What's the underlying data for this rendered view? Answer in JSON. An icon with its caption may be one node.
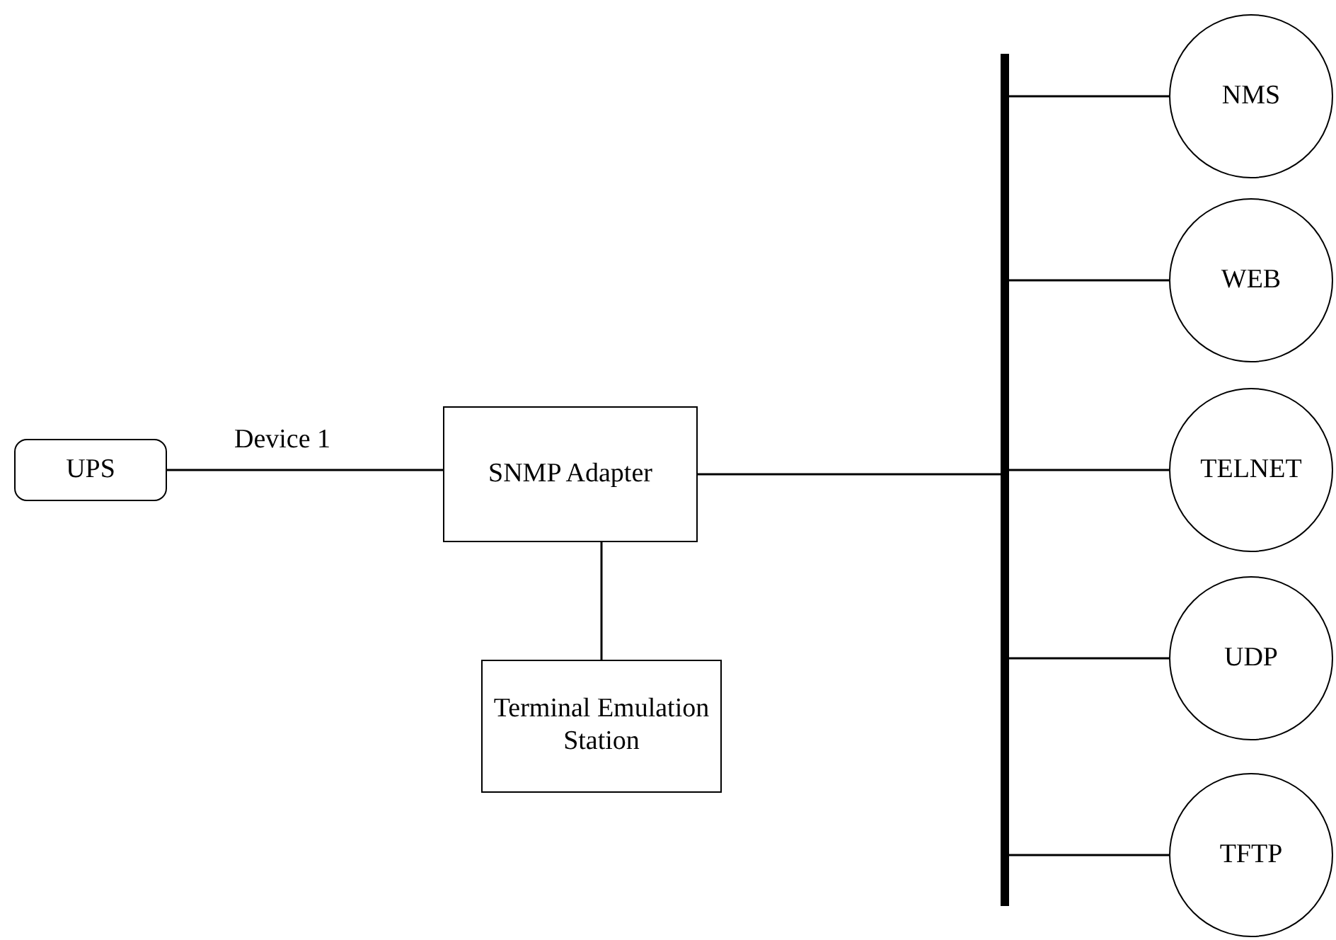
{
  "diagram": {
    "nodes": [
      {
        "text": [
          "UPS"
        ]
      },
      {
        "text": [
          "SNMP Adapter"
        ]
      },
      {
        "text": [
          "Terminal Emulation Station"
        ]
      },
      {
        "text": [],
        "shape": "bar"
      },
      {
        "text": [
          "NMS"
        ]
      },
      {
        "text": [
          "WEB"
        ]
      },
      {
        "text": [
          "TELNET"
        ]
      },
      {
        "text": [
          "UDP"
        ]
      },
      {
        "text": [
          "TFTP"
        ]
      }
    ],
    "edges": [
      {
        "from": 0,
        "to": 1,
        "arrow": "none",
        "label": "Device 1"
      },
      {
        "from": 1,
        "to": 2,
        "arrow": "none"
      },
      {
        "from": 1,
        "to": 3,
        "arrow": "none"
      },
      {
        "from": 3,
        "to": 4,
        "arrow": "none"
      },
      {
        "from": 3,
        "to": 5,
        "arrow": "none"
      },
      {
        "from": 3,
        "to": 6,
        "arrow": "none"
      },
      {
        "from": 3,
        "to": 7,
        "arrow": "none"
      },
      {
        "from": 3,
        "to": 8,
        "arrow": "none"
      }
    ]
  }
}
